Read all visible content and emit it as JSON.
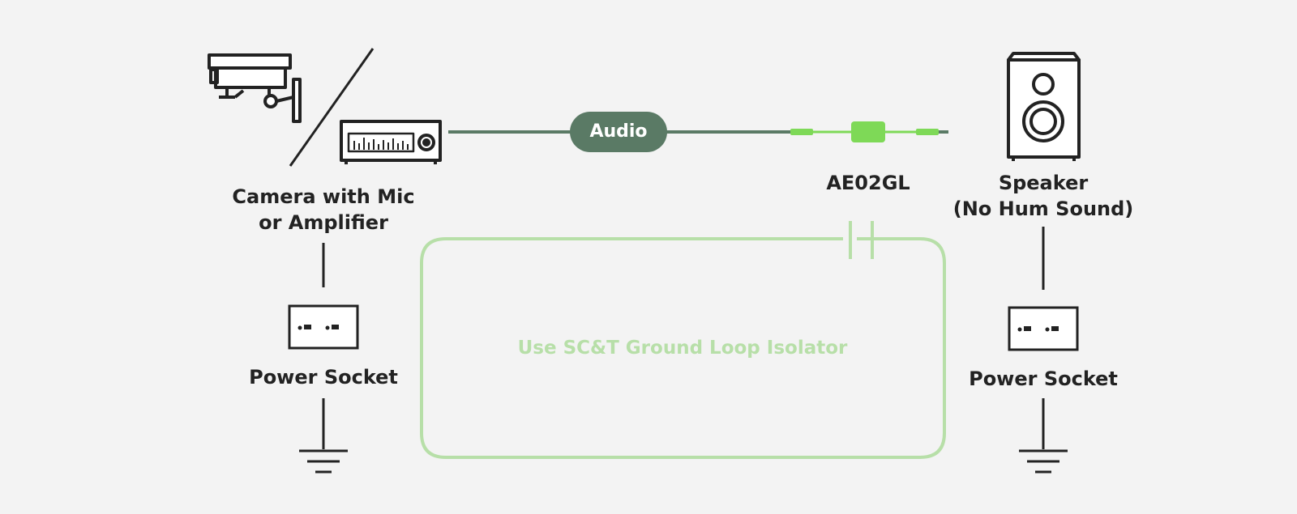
{
  "labels": {
    "source_line1": "Camera with Mic",
    "source_line2": "or Amplifier",
    "left_socket": "Power Socket",
    "audio": "Audio",
    "isolator_model": "AE02GL",
    "speaker_line1": "Speaker",
    "speaker_line2": "(No Hum Sound)",
    "right_socket": "Power Socket",
    "loop_text": "Use SC&T Ground Loop Isolator"
  },
  "colors": {
    "background": "#f3f3f3",
    "ink": "#222222",
    "audio_cable": "#5a7a65",
    "isolator_green": "#7ed957",
    "loop_green": "#b7dfa8"
  },
  "icons": [
    "security-camera-icon",
    "amplifier-icon",
    "speaker-icon",
    "power-socket-icon",
    "ground-symbol-icon",
    "isolator-dongle-icon",
    "capacitor-gap-icon"
  ]
}
